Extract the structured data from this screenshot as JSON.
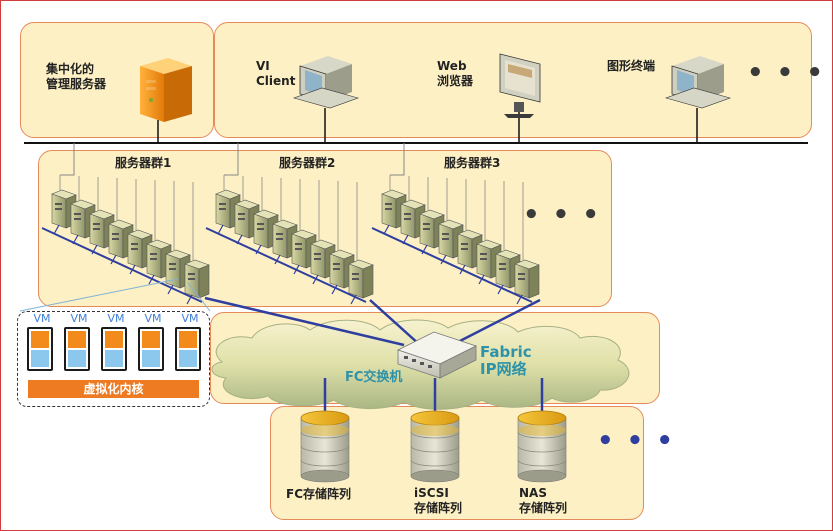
{
  "management": {
    "center_server_label": "集中化的\n管理服务器",
    "vi_client_label": "VI\nClient",
    "web_browser_label": "Web\n浏览器",
    "graphic_terminal_label": "图形终端",
    "more": "• • •"
  },
  "server_groups": {
    "group1_label": "服务器群1",
    "group2_label": "服务器群2",
    "group3_label": "服务器群3",
    "more": "• • •"
  },
  "virtualization": {
    "vm_labels": [
      "VM",
      "VM",
      "VM",
      "VM",
      "VM"
    ],
    "kernel_label": "虚拟化内核"
  },
  "network": {
    "fc_switch_label": "FC交换机",
    "fabric_label": "Fabric\nIP网络"
  },
  "storage": {
    "fc_array_label": "FC存储阵列",
    "iscsi_array_label": "iSCSI\n存储阵列",
    "nas_array_label": "NAS\n存储阵列",
    "more": "• • •"
  },
  "colors": {
    "panel_fill": "#fdf0c4",
    "panel_border": "#e58a5a",
    "network_line": "#2e3fa0",
    "accent_orange": "#ee7a22",
    "vm_blue": "#8cc7ee",
    "frame_border": "#d23c3c"
  }
}
